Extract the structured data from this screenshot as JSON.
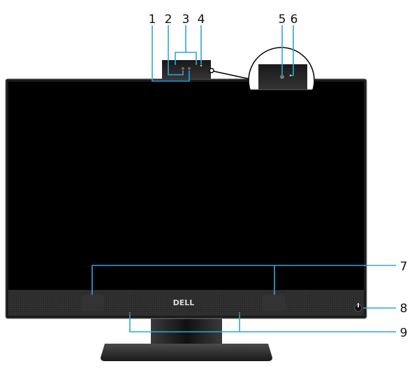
{
  "figure": {
    "callout_color": "#2aa7df",
    "logo_text": "DELL",
    "callouts": [
      {
        "number": "1"
      },
      {
        "number": "2"
      },
      {
        "number": "3"
      },
      {
        "number": "4"
      },
      {
        "number": "5"
      },
      {
        "number": "6"
      },
      {
        "number": "7"
      },
      {
        "number": "8"
      },
      {
        "number": "9"
      }
    ]
  }
}
